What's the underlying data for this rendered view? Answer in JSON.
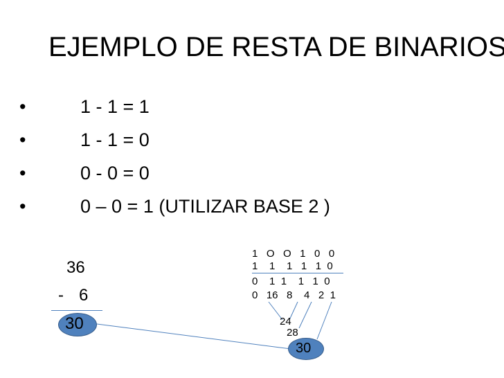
{
  "title": "EJEMPLO DE RESTA DE BINARIOS",
  "bullets": [
    {
      "symbol": "•",
      "text": "1 - 1 = 1"
    },
    {
      "symbol": "•",
      "text": "1 - 1 = 0"
    },
    {
      "symbol": "•",
      "text": "0 - 0 = 0"
    },
    {
      "symbol": "•",
      "text": "0 – 0 = 1 (UTILIZAR BASE 2 )"
    }
  ],
  "decimal": {
    "minuend": "36",
    "operator": "-",
    "subtrahend": "6",
    "result": "30"
  },
  "binary": {
    "row1": "1   O   O   1   0   0",
    "row2": "1    1    1   1   1  0",
    "row3": "0    1  1    1   1  0",
    "row4": "0   16   8    4   2  1",
    "sum_24": "24",
    "sum_28": "28",
    "result": "30"
  },
  "colors": {
    "ellipse_fill": "#4f81bd",
    "ellipse_border": "#385d8a",
    "line": "#4f81bd"
  }
}
